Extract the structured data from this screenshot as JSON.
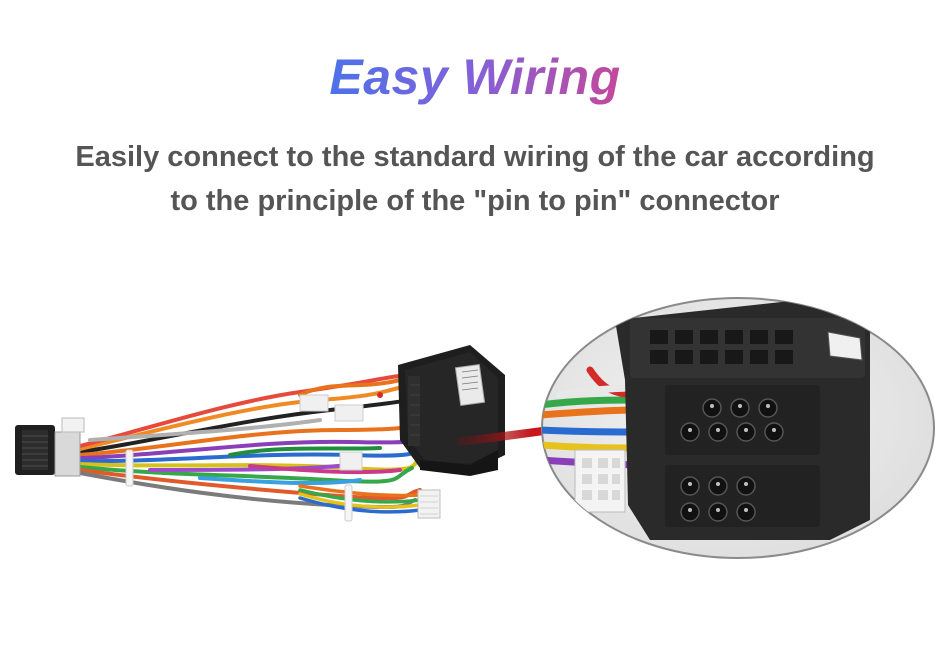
{
  "headline": "Easy Wiring",
  "subtitle_line1": "Easily connect to the standard wiring of the car according",
  "subtitle_line2": "to the principle of the \"pin to pin\" connector",
  "colors": {
    "headline_gradient": [
      "#4d72e8",
      "#7d63dc",
      "#c4489b"
    ],
    "subtitle": "#555556",
    "arrow": "#e8181e",
    "connector_body": "#2b2b2b"
  }
}
